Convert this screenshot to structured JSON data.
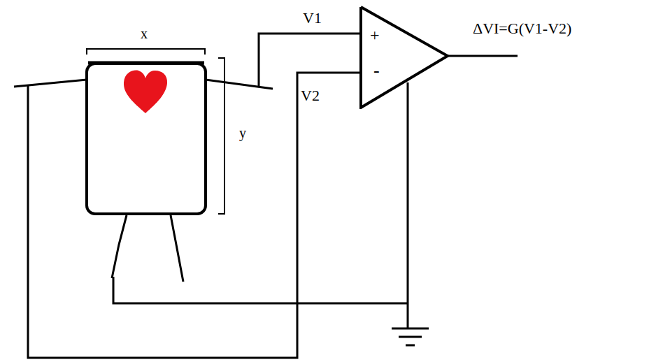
{
  "diagram": {
    "nodes": [
      {
        "text": [
          "+",
          "-"
        ]
      }
    ],
    "labels": [
      "x",
      "y",
      "V1",
      "V2",
      "ΔVI=G(V1-V2)"
    ]
  }
}
